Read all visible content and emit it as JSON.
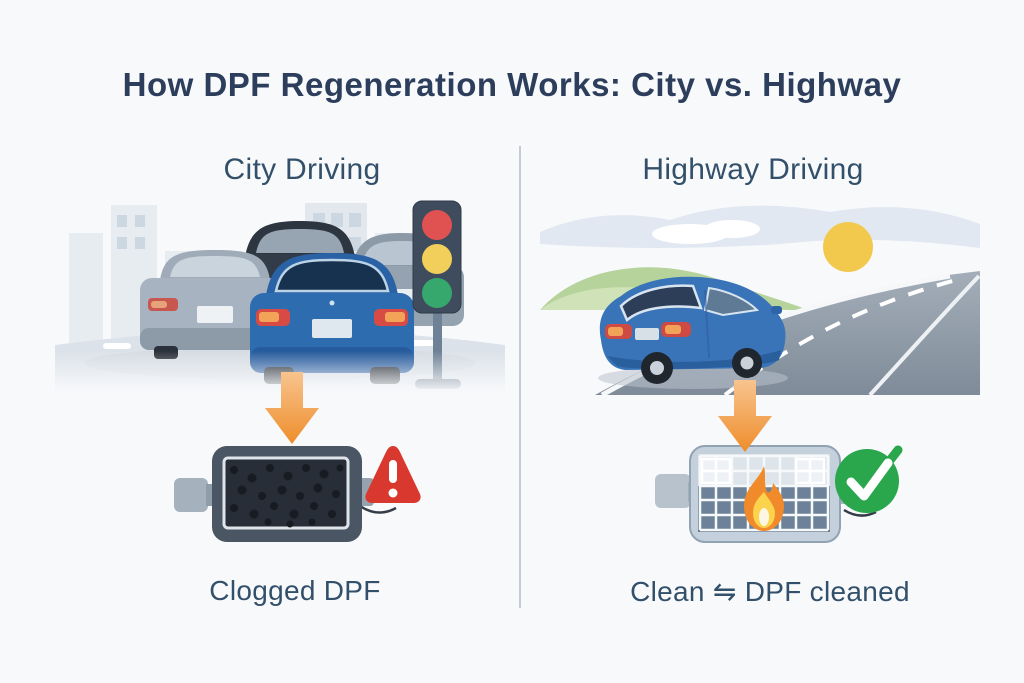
{
  "title": "How DPF Regeneration Works: City vs. Highway",
  "panels": {
    "city": {
      "heading": "City Driving",
      "caption": "Clogged DPF"
    },
    "highway": {
      "heading": "Highway Driving",
      "caption": "Clean ⇋ DPF cleaned"
    }
  },
  "icons": {
    "city_scene": "traffic-jam-illustration",
    "traffic_light": "traffic-light-icon",
    "highway_scene": "open-highway-illustration",
    "sun": "sun-icon",
    "down_arrows": "down-arrow-icon",
    "clogged_dpf": "clogged-dpf-filter-icon",
    "warning": "warning-triangle-icon",
    "clean_dpf": "clean-dpf-filter-icon",
    "flame": "regeneration-flame-icon",
    "check": "check-circle-icon"
  },
  "colors": {
    "background": "#f8f9fb",
    "title_text": "#2d3e5c",
    "heading_text": "#33506b",
    "caption_text": "#33506b",
    "divider": "#b6bfc8",
    "arrow_orange": "#ef8d2b",
    "warning_red": "#d8382e",
    "success_green": "#2aa74d",
    "flame_orange": "#f08a2a",
    "car_blue": "#2e6cb0"
  }
}
